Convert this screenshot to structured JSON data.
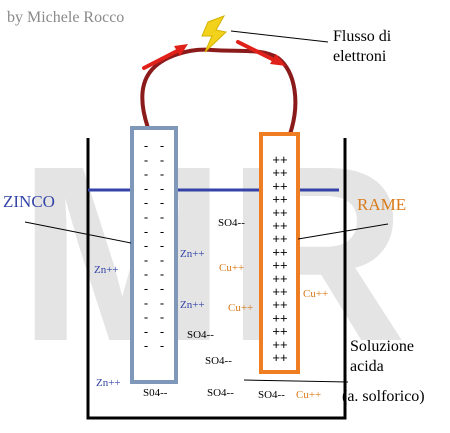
{
  "credit": "by Michele Rocco",
  "watermark": "MR",
  "electron_flow_label": [
    "Flusso di",
    "elettroni"
  ],
  "zinc_label": "ZINCO",
  "copper_label": "RAME",
  "solution_label": [
    "Soluzione",
    "acida",
    "(a. solforico)"
  ],
  "ions": {
    "zn": "Zn++",
    "cu": "Cu++",
    "sulfate": "SO4--",
    "sulfate_alt": "S04--"
  },
  "electrode_marks": {
    "negative": "-",
    "positive": "++"
  },
  "colors": {
    "zinc_electrode": "#7f97b8",
    "copper_electrode": "#ef7d22",
    "wire": "#8b1a1a",
    "arrows": "#e0211a",
    "bulb": "#f3d21b",
    "liquid_line": "#3543a9",
    "zinc_text": "#3546a8",
    "copper_text": "#d97a1a",
    "watermark": "#e4e4e4"
  }
}
